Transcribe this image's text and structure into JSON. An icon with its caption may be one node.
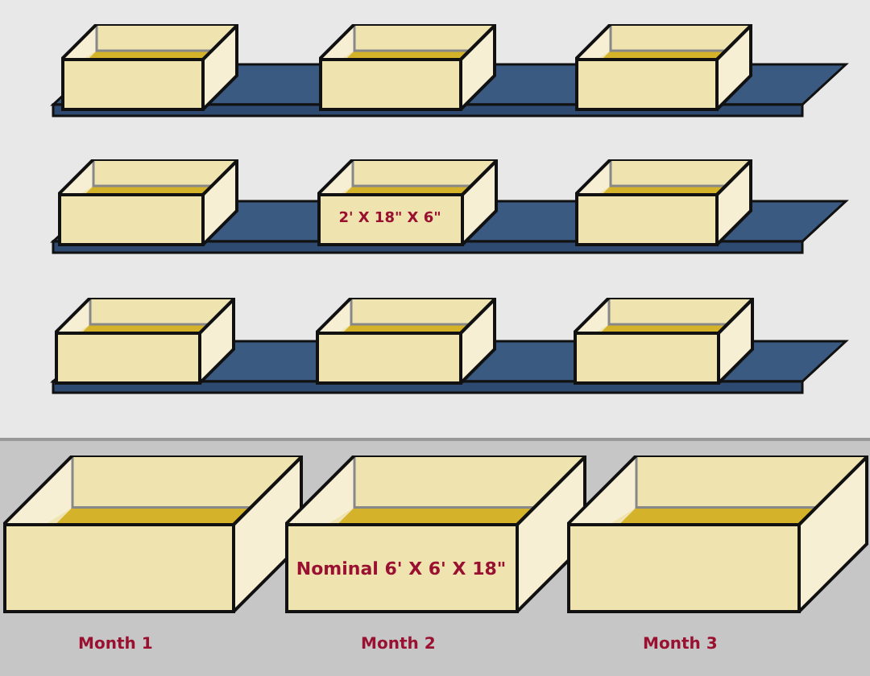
{
  "diagram": {
    "nodes": [
      {
        "text": [],
        "shape": "box"
      },
      {
        "text": [],
        "shape": "box"
      },
      {
        "text": [],
        "shape": "box"
      },
      {
        "text": [],
        "shape": "box"
      },
      {
        "text": [
          "2' X 18\" X 6\""
        ]
      },
      {
        "text": [],
        "shape": "box"
      },
      {
        "text": [],
        "shape": "box"
      },
      {
        "text": [],
        "shape": "box"
      },
      {
        "text": [],
        "shape": "box"
      },
      {
        "text": [],
        "shape": "box",
        "beside": [
          "Month 1"
        ]
      },
      {
        "text": [
          "Nominal 6' X 6' X 18\""
        ],
        "beside": [
          "Month 2"
        ]
      },
      {
        "text": [],
        "shape": "box",
        "beside": [
          "Month 3"
        ]
      }
    ],
    "edges": []
  }
}
